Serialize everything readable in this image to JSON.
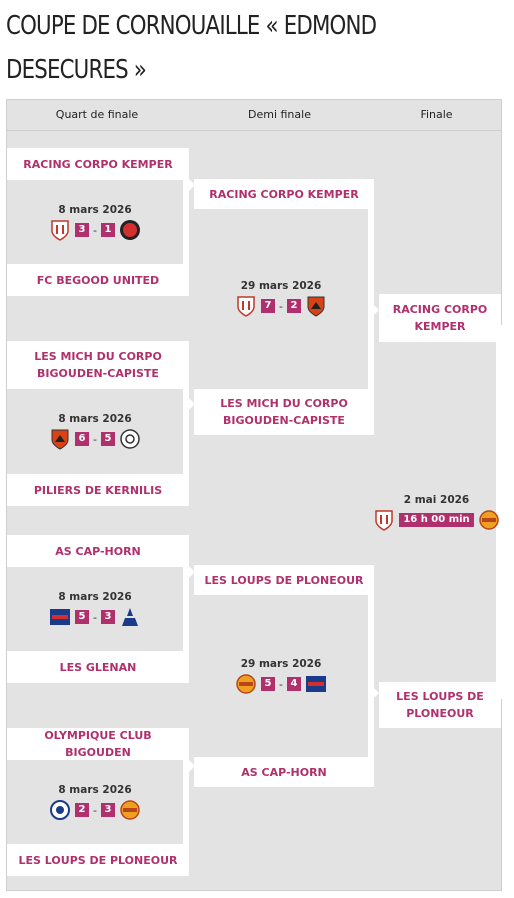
{
  "page": {
    "title": "COUPE DE CORNOUAILLE « EDMOND DESECURES »"
  },
  "rounds": {
    "quarter": "Quart de finale",
    "semi": "Demi finale",
    "final": "Finale"
  },
  "quarterfinals": [
    {
      "team1": "RACING CORPO KEMPER",
      "team2": "FC BEGOOD UNITED",
      "date": "8 mars 2026",
      "score1": "3",
      "score2": "1",
      "logo1": "racing-corpo-kemper-logo",
      "logo2": "fc-begood-united-logo"
    },
    {
      "team1": "LES MICH DU CORPO BIGOUDEN-CAPISTE",
      "team2": "PILIERS DE KERNILIS",
      "date": "8 mars 2026",
      "score1": "6",
      "score2": "5",
      "logo1": "les-mich-logo",
      "logo2": "piliers-de-kernilis-logo"
    },
    {
      "team1": "AS CAP-HORN",
      "team2": "LES GLENAN",
      "date": "8 mars 2026",
      "score1": "5",
      "score2": "3",
      "logo1": "as-cap-horn-logo",
      "logo2": "les-glenan-logo"
    },
    {
      "team1": "OLYMPIQUE CLUB BIGOUDEN",
      "team2": "LES LOUPS DE PLONEOUR",
      "date": "8 mars 2026",
      "score1": "2",
      "score2": "3",
      "logo1": "olympique-club-bigouden-logo",
      "logo2": "les-loups-de-ploneour-logo"
    }
  ],
  "semifinals": [
    {
      "team1": "RACING CORPO KEMPER",
      "team2": "LES MICH DU CORPO BIGOUDEN-CAPISTE",
      "date": "29 mars 2026",
      "score1": "7",
      "score2": "2"
    },
    {
      "team1": "LES LOUPS DE PLONEOUR",
      "team2": "AS CAP-HORN",
      "date": "29 mars 2026",
      "score1": "5",
      "score2": "4"
    }
  ],
  "final": {
    "team1": "RACING CORPO KEMPER",
    "team2": "LES LOUPS DE PLONEOUR",
    "date": "2 mai 2026",
    "time": "16 h 00 min"
  },
  "colors": {
    "accent": "#b0306e",
    "background": "#e3e3e3",
    "card": "#ffffff"
  }
}
